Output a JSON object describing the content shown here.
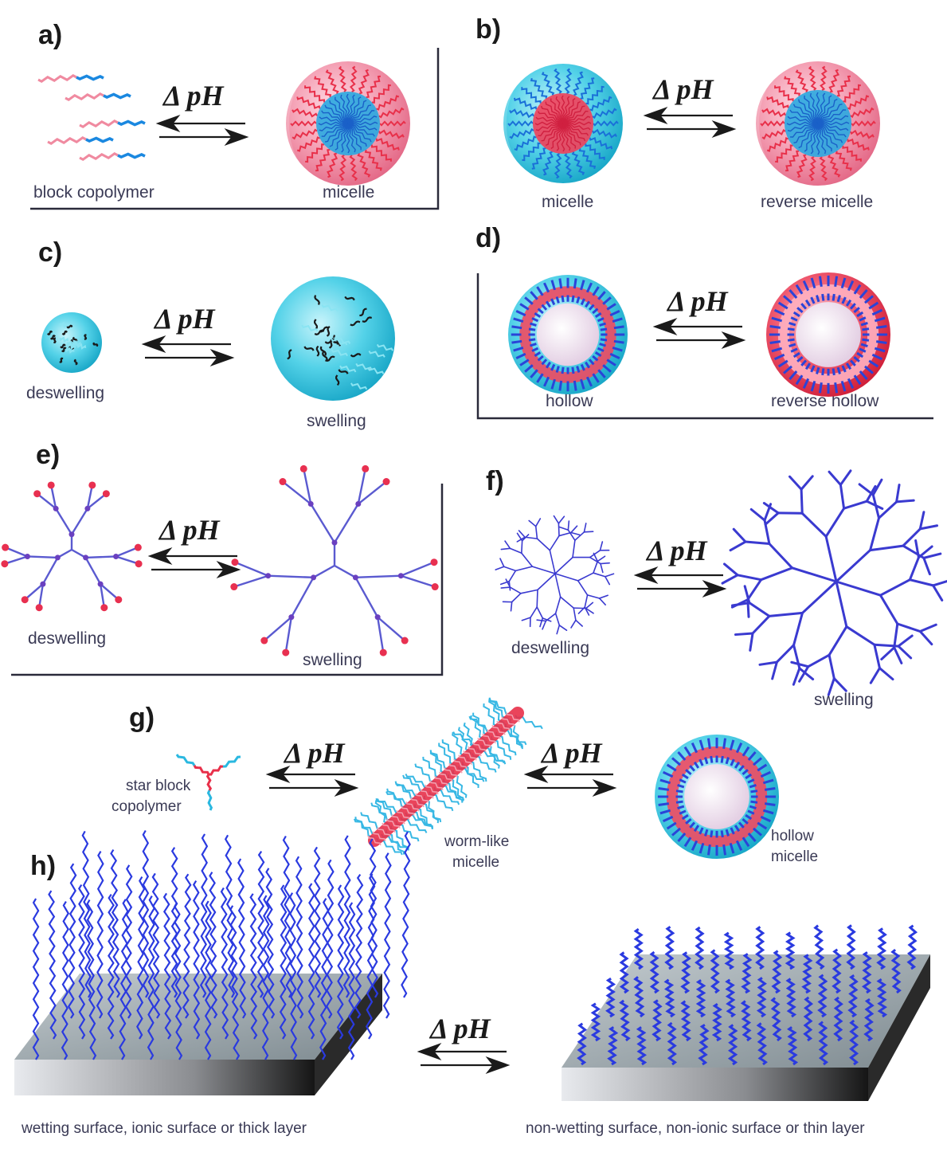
{
  "arrow_label": "Δ pH",
  "panels": {
    "a": {
      "letter": "a)",
      "left": "block copolymer",
      "right": "micelle"
    },
    "b": {
      "letter": "b)",
      "left": "micelle",
      "right": "reverse micelle"
    },
    "c": {
      "letter": "c)",
      "left": "deswelling",
      "right": "swelling"
    },
    "d": {
      "letter": "d)",
      "left": "hollow",
      "right": "reverse hollow"
    },
    "e": {
      "letter": "e)",
      "left": "deswelling",
      "right": "swelling"
    },
    "f": {
      "letter": "f)",
      "left": "deswelling",
      "right": "swelling"
    },
    "g": {
      "letter": "g)",
      "left_line1": "star block",
      "left_line2": "copolymer",
      "mid_line1": "worm-like",
      "mid_line2": "micelle",
      "right_line1": "hollow",
      "right_line2": "micelle"
    },
    "h": {
      "letter": "h)",
      "left": "wetting surface, ionic surface or thick layer",
      "right": "non-wetting surface, non-ionic surface or thin layer"
    }
  },
  "colors": {
    "cyan": "#3cc8e0",
    "pink": "#f08aa0",
    "red": "#e8304a",
    "blue": "#2a40d8",
    "black": "#1a1a1a"
  }
}
